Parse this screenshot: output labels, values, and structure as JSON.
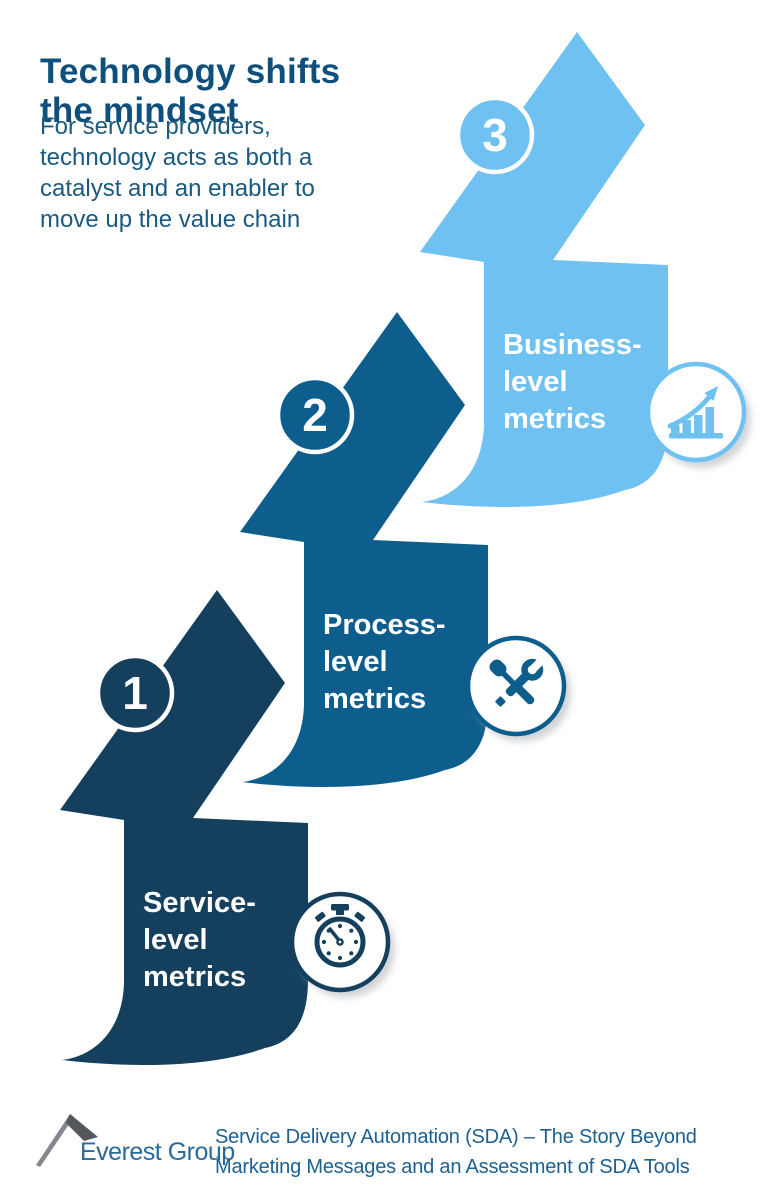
{
  "header": {
    "title_lines": [
      "Technology shifts",
      "the mindset"
    ],
    "subtitle_lines": [
      "For service providers,",
      "technology acts as both a",
      "catalyst and an enabler to",
      "move up the value chain"
    ]
  },
  "steps": [
    {
      "number": "1",
      "label_lines": [
        "Service-",
        "level",
        "metrics"
      ],
      "icon": "stopwatch-icon",
      "color": "#14405e"
    },
    {
      "number": "2",
      "label_lines": [
        "Process-",
        "level",
        "metrics"
      ],
      "icon": "tools-icon",
      "color": "#0e5e8d"
    },
    {
      "number": "3",
      "label_lines": [
        "Business-",
        "level",
        "metrics"
      ],
      "icon": "growth-chart-icon",
      "color": "#6fc1f2"
    }
  ],
  "footer": {
    "logo_icon": "mountain-peak-icon",
    "logo_text": "Everest Group",
    "caption_lines": [
      "Service Delivery Automation (SDA) – The Story Beyond",
      "Marketing Messages and an Assessment of SDA Tools"
    ]
  },
  "colors": {
    "step1_dark_blue": "#14405e",
    "step2_medium_blue": "#0e5e8d",
    "step3_light_blue": "#6fc1f2",
    "title_text": "#0f4f7c",
    "subtitle_text": "#1a5a80",
    "arrow_label_text": "#ffffff",
    "footer_caption_text": "#1d6092",
    "logo_text": "#2a6a99",
    "logo_mountain_gray": "#54585d",
    "badge_background": "#ffffff"
  }
}
